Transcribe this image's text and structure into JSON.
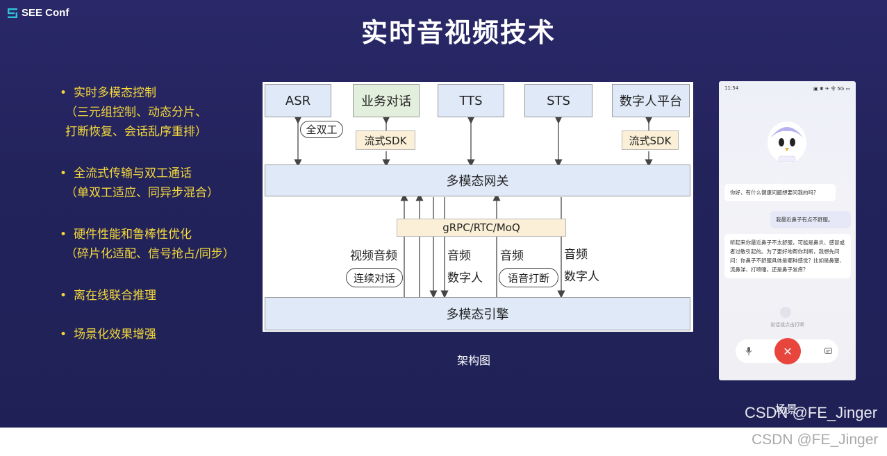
{
  "brand": {
    "logo_text": "SEE Conf"
  },
  "slide": {
    "title": "实时音视频技术"
  },
  "bullets": [
    {
      "title": "实时多模态控制",
      "sub1": "（三元组控制、动态分片、",
      "sub2": "打断恢复、会话乱序重排）"
    },
    {
      "title": "全流式传输与双工通话",
      "sub1": "（单双工适应、同异步混合）"
    },
    {
      "title": "硬件性能和鲁棒性优化",
      "sub1": "（碎片化适配、信号抢占/同步）"
    },
    {
      "title": "离在线联合推理"
    },
    {
      "title": "场景化效果增强"
    }
  ],
  "diagram": {
    "top_boxes": [
      "ASR",
      "业务对话",
      "TTS",
      "STS",
      "数字人平台"
    ],
    "duplex_pill": "全双工",
    "sdk_left": "流式SDK",
    "sdk_right": "流式SDK",
    "gateway": "多模态网关",
    "protocol": "gRPC/RTC/MoQ",
    "label_av": "视频音频",
    "label_audio1": "音频",
    "label_digital1": "数字人",
    "label_audio2": "音频",
    "label_audio3": "音频",
    "label_digital2": "数字人",
    "pill_continuous": "连续对话",
    "pill_interrupt": "语音打断",
    "engine": "多模态引擎",
    "caption": "架构图"
  },
  "phone": {
    "time": "11:54",
    "status_icons": "▣ ✱ ✈ 令 5G ▭",
    "greeting": "你好，有什么健康问题想要问我的吗？",
    "user_msg": "我最近鼻子有点不舒服。",
    "reply": "听起来你最近鼻子不太舒服，可能是鼻炎、感冒或者过敏引起的。为了更好地帮你判断，我想先问问：你鼻子不舒服具体是哪种感觉？比如是鼻塞、流鼻涕、打喷嚏，还是鼻子发痒？",
    "hint": "说话或点击打断",
    "mic_icon": "mic-icon",
    "hangup_icon": "close-icon",
    "subtitle_icon": "subtitle-icon"
  },
  "scene_label": "场景",
  "watermark_inner": "CSDN @FE_Jinger",
  "watermark_outer": "CSDN @FE_Jinger"
}
